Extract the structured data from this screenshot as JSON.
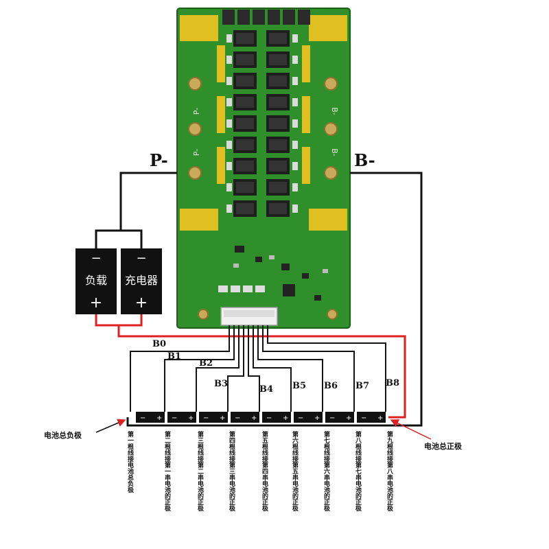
{
  "board": {
    "p_minus_title": "P-",
    "b_minus_title": "B-",
    "silk_p_top": "P-",
    "silk_p_bottom": "P-",
    "silk_b_top": "B-",
    "silk_b_bottom": "B-"
  },
  "devices": {
    "load_label": "负载",
    "charger_label": "充电器",
    "minus_sign": "−",
    "plus_sign": "+"
  },
  "wires": [
    "B0",
    "B1",
    "B2",
    "B3",
    "B4",
    "B5",
    "B6",
    "B7",
    "B8"
  ],
  "cells": {
    "minus": "−",
    "plus": "+"
  },
  "callouts": {
    "total_negative": "电池总负极",
    "total_positive": "电池总正极"
  },
  "notes": [
    "第一根线接电池总负极",
    "第二根线接第一串电池的正极",
    "第三根线接第二串电池的正极",
    "第四根线接第三串电池的正极",
    "第五根线接第四串电池的正极",
    "第六根线接第五串电池的正极",
    "第七根线接第六串电池的正极",
    "第八根线接第七串电池的正极",
    "第九根线接第八串电池的正极"
  ],
  "colors": {
    "pcb": "#2f8f2a",
    "pad": "#e0c020",
    "wire": "#111111",
    "charge_wire": "#e02020",
    "arrow": "#e02020"
  }
}
